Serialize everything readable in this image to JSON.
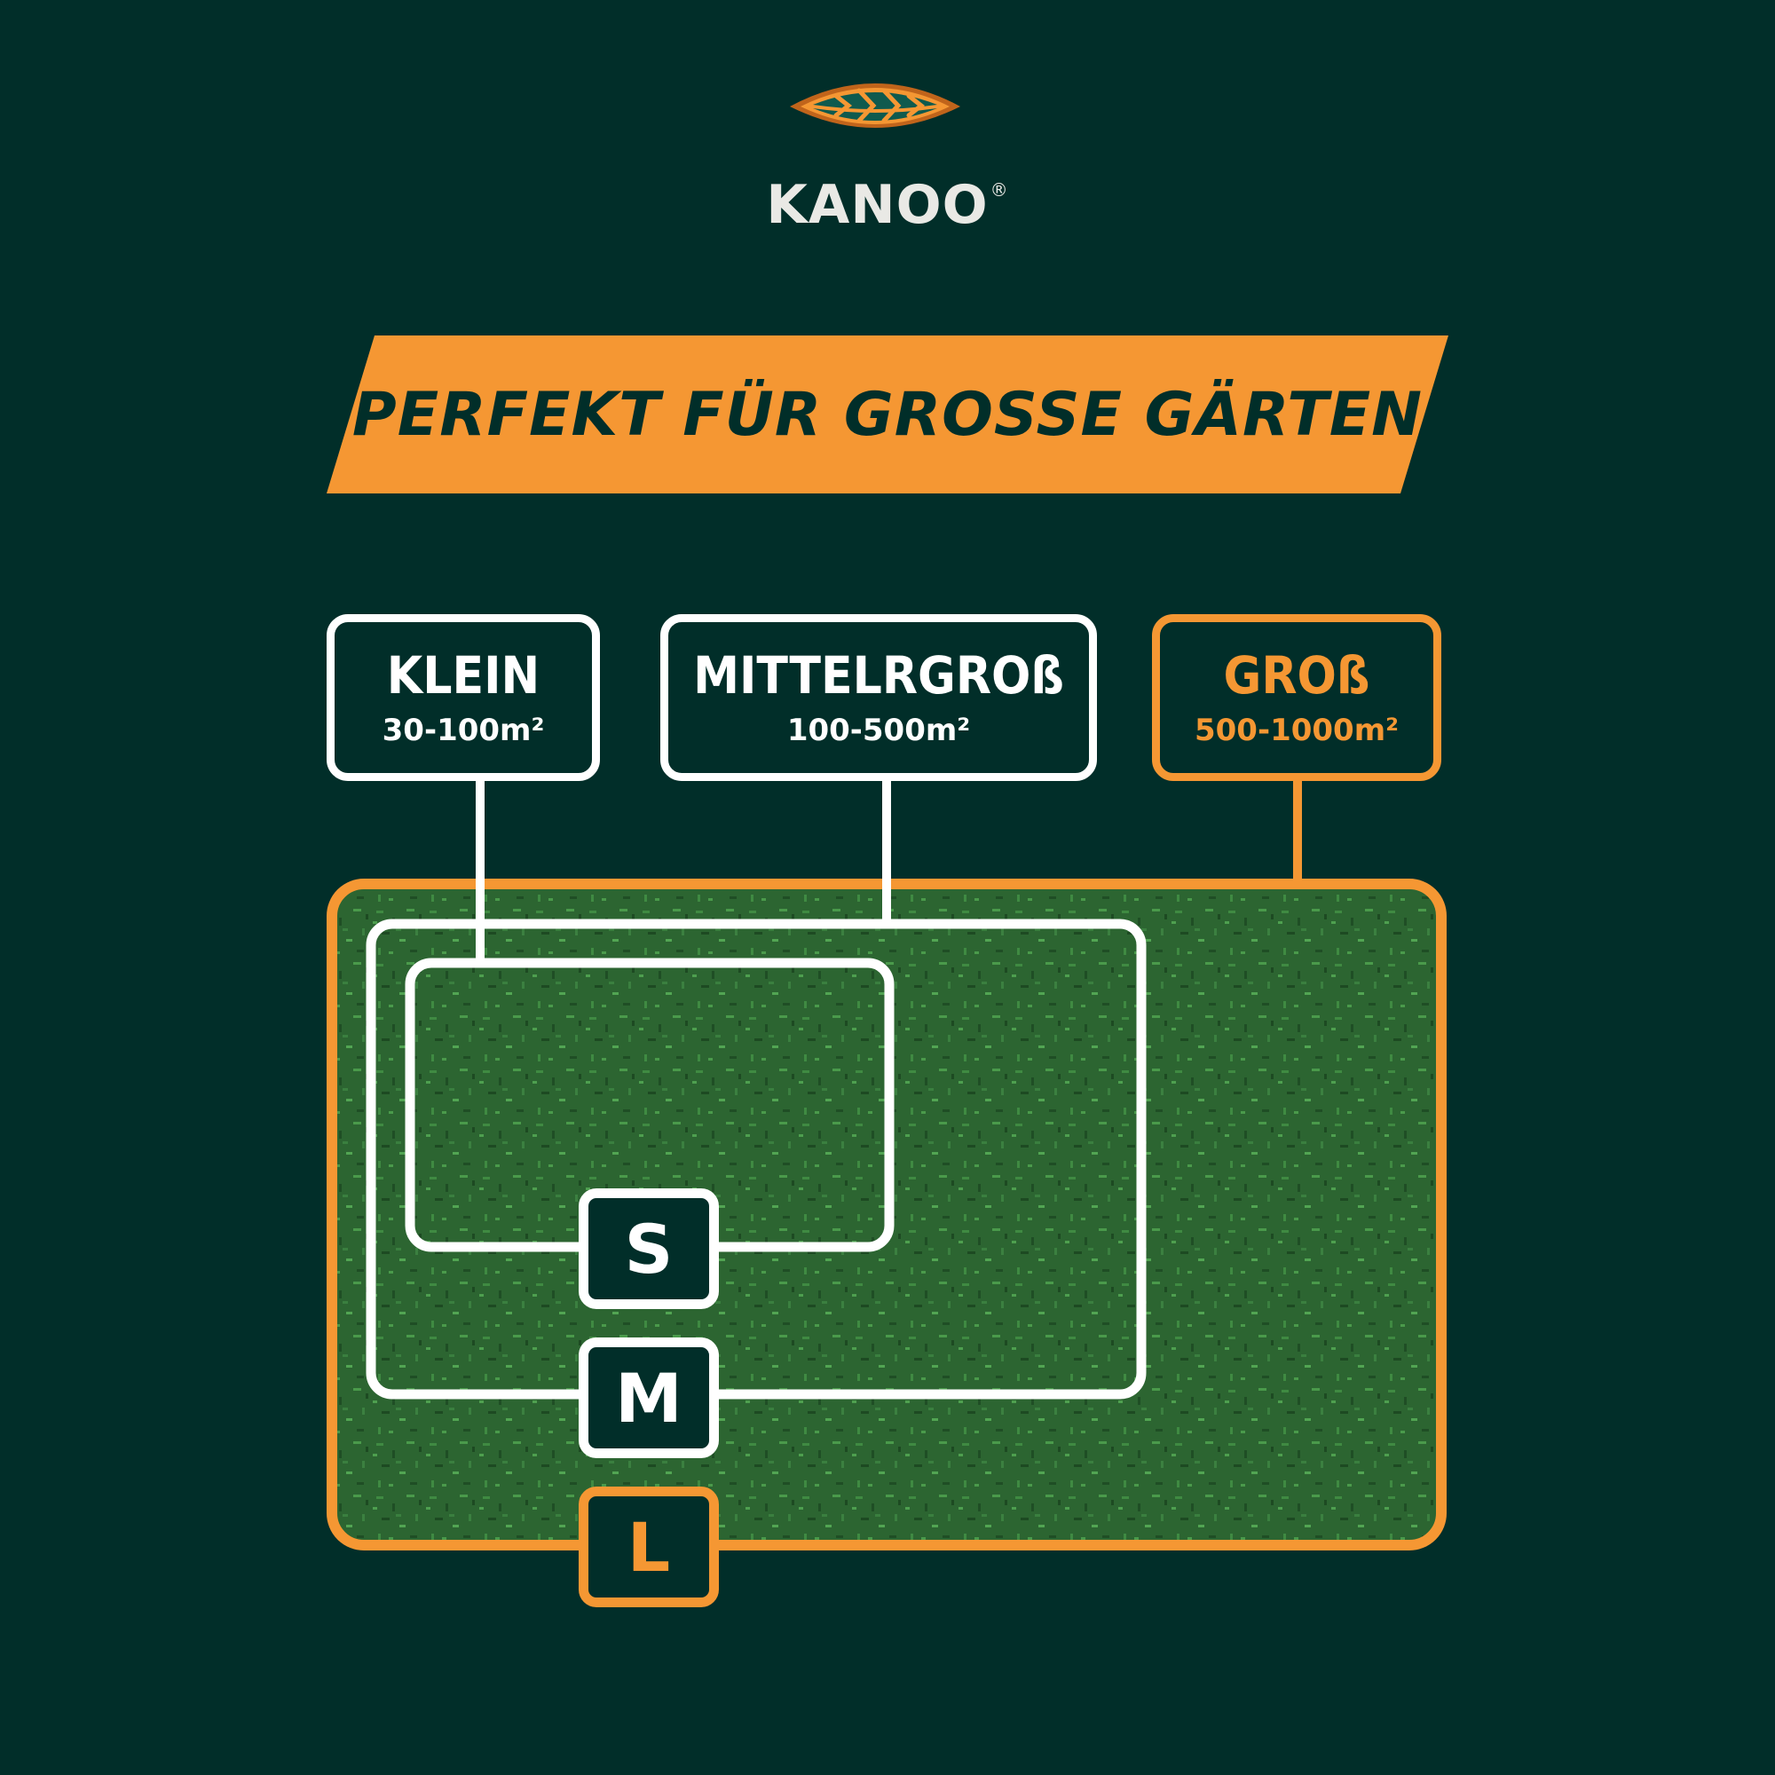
{
  "brand": {
    "name": "KANOO",
    "mark": "®",
    "logo_icon": "leaf-icon"
  },
  "banner": {
    "text": "PERFEKT FÜR GROSSE GÄRTEN"
  },
  "sizes": [
    {
      "name": "KLEIN",
      "range": "30-100m²",
      "letter": "S"
    },
    {
      "name": "MITTELRGROß",
      "range": "100-500m²",
      "letter": "M"
    },
    {
      "name": "GROß",
      "range": "500-1000m²",
      "letter": "L"
    }
  ],
  "colors": {
    "background": "#012e29",
    "accent": "#f59733",
    "outline": "#ffffff",
    "lawn": "#2f6b34"
  }
}
